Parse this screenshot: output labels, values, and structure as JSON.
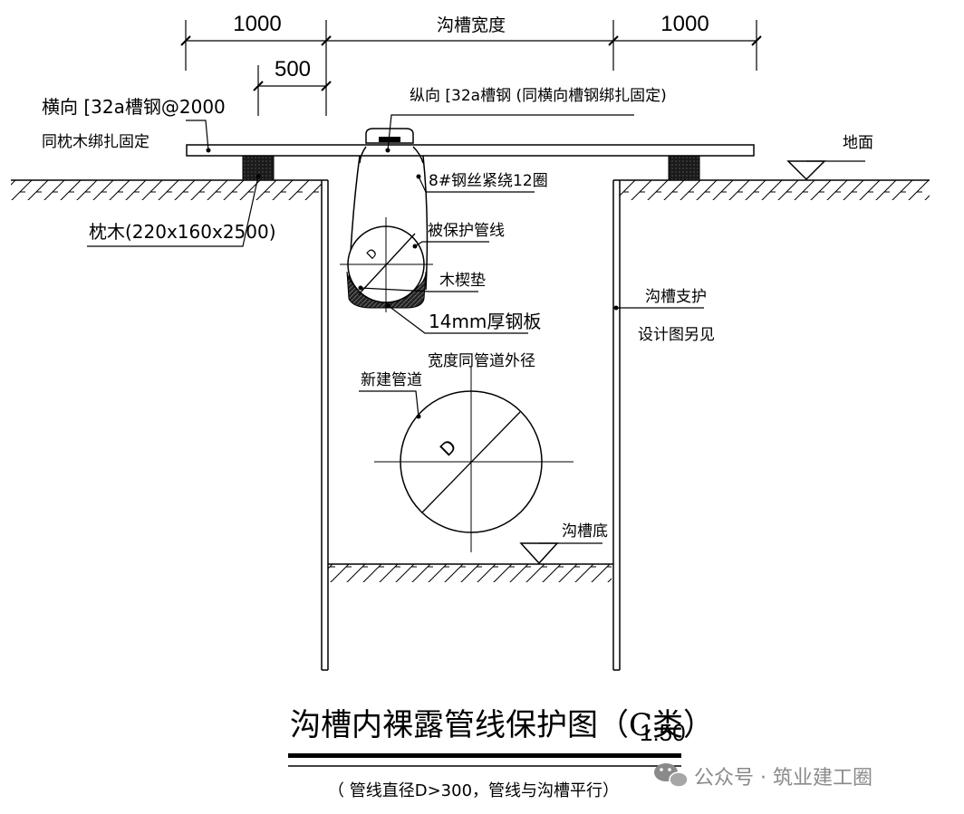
{
  "dimensions": {
    "left_width": "1000",
    "trench_width": "沟槽宽度",
    "right_width": "1000",
    "offset": "500"
  },
  "labels": {
    "cross_channel_line1": "横向 [32a槽钢@2000",
    "cross_channel_line2": "同枕木绑扎固定",
    "long_channel": "纵向 [32a槽钢 (同横向槽钢绑扎固定)",
    "ground": "地面",
    "wire": "8#钢丝紧绕12圈",
    "sleeper": "枕木(220x160x2500)",
    "protected_pipe": "被保护管线",
    "wood_wedge": "木楔垫",
    "steel_plate": "14mm厚钢板",
    "plate_width": "宽度同管道外径",
    "support_line1": "沟槽支护",
    "support_line2": "设计图另见",
    "new_pipe": "新建管道",
    "trench_bottom": "沟槽底",
    "diameter_symbol": "D"
  },
  "title": {
    "main": "沟槽内裸露管线保护图（C类）",
    "scale": "1:50",
    "sub": "（ 管线直径D>300，管线与沟槽平行）"
  },
  "watermark": {
    "text": "公众号 · 筑业建工圈",
    "icon": "wechat-icon"
  },
  "colors": {
    "ink": "#000000",
    "watermark": "#8a8a8a"
  }
}
